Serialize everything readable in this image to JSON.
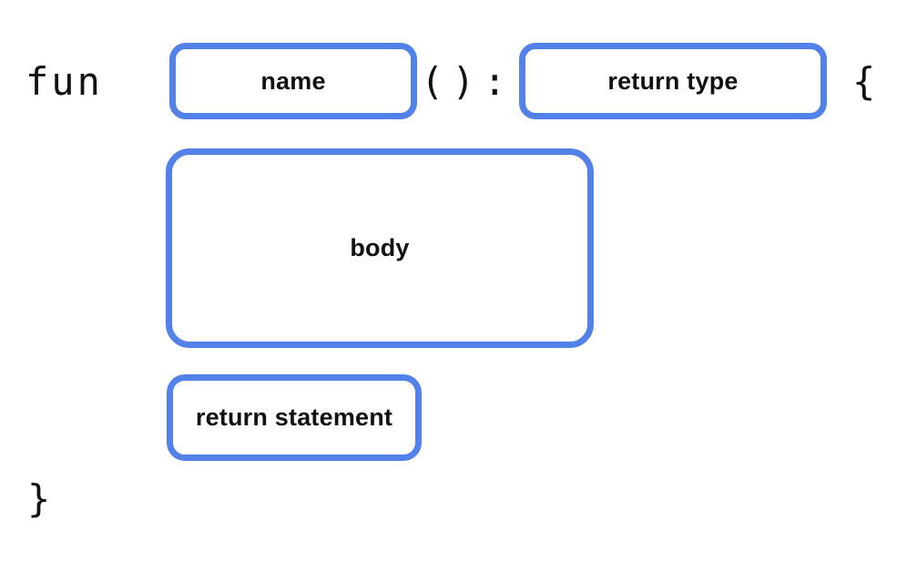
{
  "diagram": {
    "code": {
      "fun_keyword": "fun",
      "parens_colon": "():",
      "open_brace": "{",
      "close_brace": "}"
    },
    "slots": {
      "name": "name",
      "return_type": "return type",
      "body": "body",
      "return_statement": "return statement"
    },
    "colors": {
      "slot_border": "#5282E9",
      "text": "#111111",
      "background": "#FFFFFF"
    }
  }
}
